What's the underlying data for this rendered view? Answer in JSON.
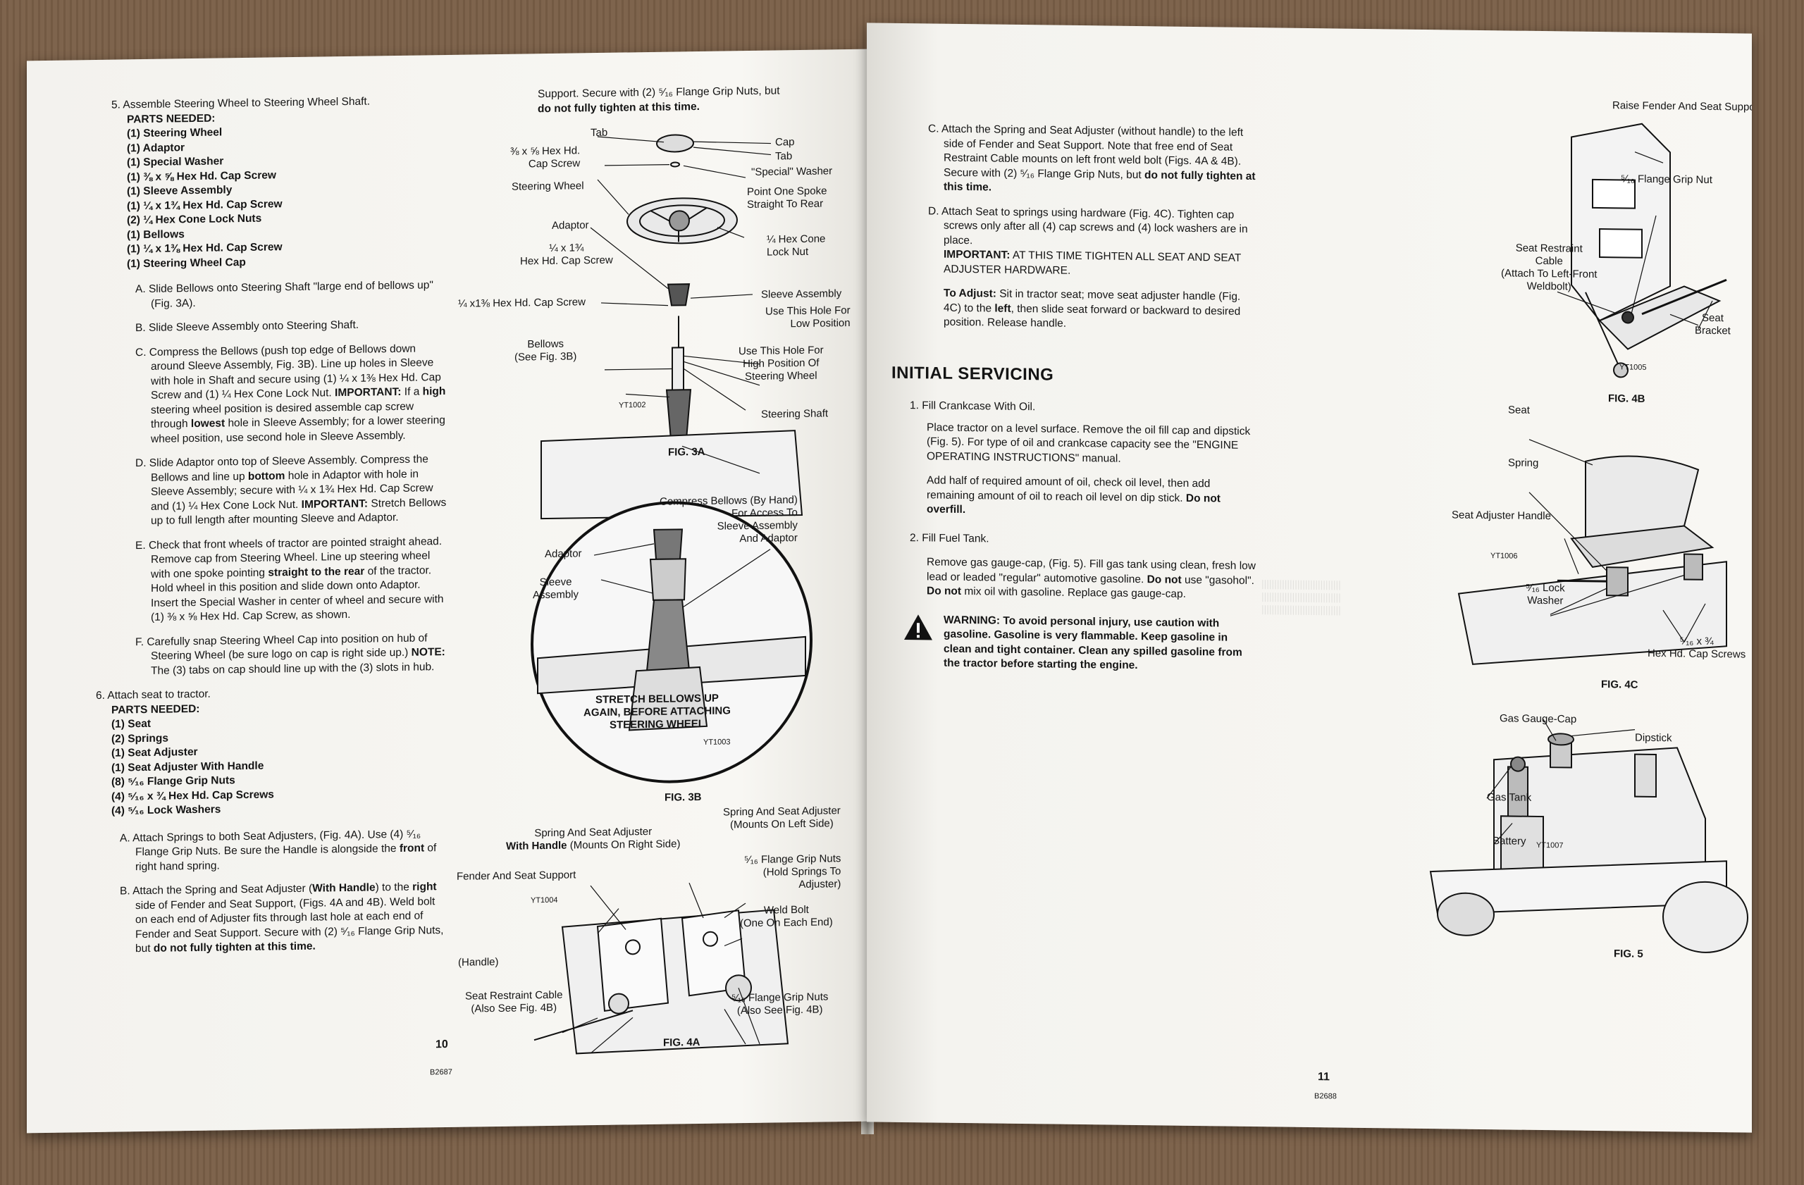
{
  "left_page": {
    "step5": {
      "title": "5. Assemble Steering Wheel to Steering Wheel Shaft.",
      "parts_header": "PARTS NEEDED:",
      "parts": [
        "(1) Steering Wheel",
        "(1) Adaptor",
        "(1) Special Washer",
        "(1) ⅜ x ⅝ Hex Hd. Cap Screw",
        "(1) Sleeve Assembly",
        "(1) ¼ x 1¾ Hex Hd. Cap Screw",
        "(2) ¼ Hex Cone Lock Nuts",
        "(1) Bellows",
        "(1) ¼ x 1⅜ Hex Hd. Cap Screw",
        "(1) Steering Wheel Cap"
      ],
      "sub_a": "A. Slide Bellows onto Steering Shaft \"large end of bellows up\" (Fig. 3A).",
      "sub_b": "B. Slide Sleeve Assembly onto Steering Shaft.",
      "sub_c_1": "C. Compress the Bellows (push top edge of Bellows down around Sleeve Assembly, Fig. 3B). Line up holes in Sleeve with hole in Shaft and secure using (1) ¼ x 1⅜ Hex Hd. Cap Screw and (1) ¼ Hex Cone Lock Nut.",
      "sub_c_important": "IMPORTANT:",
      "sub_c_2": "If a",
      "sub_c_high": "high",
      "sub_c_3": "steering wheel position is desired assemble cap screw through",
      "sub_c_lowest": "lowest",
      "sub_c_4": "hole in Sleeve Assembly; for a lower steering wheel position, use second hole in Sleeve Assembly.",
      "sub_d_1": "D. Slide Adaptor onto top of Sleeve Assembly. Compress the Bellows and line up",
      "sub_d_bottom": "bottom",
      "sub_d_2": "hole in Adaptor with hole in Sleeve Assembly; secure with ¼ x 1¾ Hex Hd. Cap Screw and (1) ¼ Hex Cone Lock Nut.",
      "sub_d_important": "IMPORTANT:",
      "sub_d_3": "Stretch Bellows up to full length after mounting Sleeve and Adaptor.",
      "sub_e_1": "E. Check that front wheels of tractor are pointed straight ahead. Remove cap from Steering Wheel. Line up steering wheel with one spoke pointing",
      "sub_e_bold": "straight to the rear",
      "sub_e_2": "of the tractor. Hold wheel in this position and slide down onto Adaptor. Insert the Special Washer in center of wheel and secure with (1) ⅜ x ⅝ Hex Hd. Cap Screw, as shown.",
      "sub_f_1": "F. Carefully snap Steering Wheel Cap into position on hub of Steering Wheel (be sure logo on cap is right side up.)",
      "sub_f_note": "NOTE:",
      "sub_f_2": "The (3) tabs on cap should line up with the (3) slots in hub."
    },
    "step6": {
      "title": "6. Attach seat to tractor.",
      "parts_header": "PARTS NEEDED:",
      "parts": [
        "(1) Seat",
        "(2) Springs",
        "(1) Seat Adjuster",
        "(1) Seat Adjuster With Handle",
        "(8) ⁵⁄₁₆ Flange Grip Nuts",
        "(4) ⁵⁄₁₆ x ¾ Hex Hd. Cap Screws",
        "(4) ⁵⁄₁₆ Lock Washers"
      ],
      "sub_a_1": "A. Attach Springs to both Seat Adjusters, (Fig. 4A). Use (4) ⁵⁄₁₆ Flange Grip Nuts. Be sure the Handle is alongside the",
      "sub_a_front": "front",
      "sub_a_2": "of right hand spring.",
      "sub_b_1": "B. Attach the Spring and Seat Adjuster (",
      "sub_b_with": "With Handle",
      "sub_b_2": ") to the",
      "sub_b_right": "right",
      "sub_b_3": "side of Fender and Seat Support, (Figs. 4A and 4B). Weld bolt on each end of Adjuster fits through last hole at each end of Fender and Seat Support. Secure with (2) ⁵⁄₁₆ Flange Grip Nuts, but",
      "sub_b_bold": "do not fully tighten at this time."
    },
    "mid_top_1": "Support. Secure with (2) ⁵⁄₁₆ Flange Grip Nuts, but",
    "mid_top_2": "do not fully tighten at this time.",
    "fig3a": {
      "label": "FIG. 3A",
      "code": "YT1002",
      "callouts": {
        "tab1": "Tab",
        "cap": "Cap",
        "tab2": "Tab",
        "hex_cap_screw": "⅜ x ⅝ Hex Hd.\nCap Screw",
        "special_washer": "\"Special\" Washer",
        "steering_wheel": "Steering Wheel",
        "point_spoke": "Point One Spoke\nStraight To Rear",
        "adaptor": "Adaptor",
        "hex_cone": "¼ Hex Cone\nLock Nut",
        "screw_134": "¼ x 1¾\nHex Hd. Cap Screw",
        "screw_138": "¼ x1⅜ Hex Hd. Cap Screw",
        "sleeve_assembly": "Sleeve Assembly",
        "low_position": "Use This Hole For\nLow Position",
        "bellows": "Bellows\n(See Fig. 3B)",
        "high_position": "Use This Hole For\nHigh Position Of\nSteering Wheel",
        "steering_shaft": "Steering Shaft"
      }
    },
    "fig3b": {
      "label": "FIG. 3B",
      "code": "YT1003",
      "compress": "Compress Bellows (By Hand)\nFor Access To\nSleeve Assembly\nAnd Adaptor",
      "adaptor": "Adaptor",
      "sleeve": "Sleeve\nAssembly",
      "stretch": "STRETCH BELLOWS UP\nAGAIN, BEFORE ATTACHING\nSTEERING WHEEL"
    },
    "fig4a": {
      "label": "FIG. 4A",
      "code": "YT1004",
      "spring_right_1": "Spring And Seat Adjuster",
      "spring_right_bold": "With Handle",
      "spring_right_2": "(Mounts On Right Side)",
      "spring_left": "Spring And Seat Adjuster\n(Mounts On Left Side)",
      "fender": "Fender And Seat Support",
      "flange_hold": "⁵⁄₁₆ Flange Grip Nuts\n(Hold Springs To\nAdjuster)",
      "weld_bolt": "Weld Bolt\n(One On Each End)",
      "handle": "(Handle)",
      "restraint": "Seat Restraint Cable\n(Also See Fig. 4B)",
      "flange_see": "⁵⁄₁₆ Flange Grip Nuts\n(Also See Fig. 4B)"
    },
    "page_number": "10",
    "doc_code": "B2687"
  },
  "right_page": {
    "sub_c_1": "C. Attach the Spring and Seat Adjuster (without handle) to the left side of Fender and Seat Support. Note that free end of Seat Restraint Cable mounts on left front weld bolt (Figs. 4A & 4B). Secure with (2) ⁵⁄₁₆ Flange Grip Nuts, but",
    "sub_c_bold": "do not fully tighten at this time.",
    "sub_d_1": "D. Attach Seat to springs using hardware (Fig. 4C). Tighten cap screws only after all (4) cap screws and (4) lock washers are in place.",
    "sub_d_important": "IMPORTANT:",
    "sub_d_2": "AT THIS TIME TIGHTEN ALL SEAT AND SEAT ADJUSTER HARDWARE.",
    "adjust_label": "To Adjust:",
    "adjust_1": "Sit in tractor seat; move seat adjuster handle (Fig. 4C) to the",
    "adjust_left": "left",
    "adjust_2": ", then slide seat forward or backward to desired position. Release handle.",
    "heading": "INITIAL SERVICING",
    "step1_title": "1. Fill Crankcase With Oil.",
    "step1_p1": "Place tractor on a level surface. Remove the oil fill cap and dipstick (Fig. 5). For type of oil and crankcase capacity see the \"ENGINE OPERATING INSTRUCTIONS\" manual.",
    "step1_p2_1": "Add half of required amount of oil, check oil level, then add remaining amount of oil to reach oil level on dip stick.",
    "step1_p2_bold": "Do not overfill.",
    "step2_title": "2. Fill Fuel Tank.",
    "step2_p_1": "Remove gas gauge-cap, (Fig. 5). Fill gas tank using clean, fresh low lead or leaded \"regular\" automotive gasoline.",
    "step2_p_b1": "Do not",
    "step2_p_2": "use \"gasohol\".",
    "step2_p_b2": "Do not",
    "step2_p_3": "mix oil with gasoline. Replace gas gauge-cap.",
    "warning": "WARNING: To avoid personal injury, use caution with gasoline. Gasoline is very flammable. Keep gasoline in clean and tight container. Clean any spilled gasoline from the tractor before starting the engine.",
    "fig4b": {
      "label": "FIG. 4B",
      "code": "YT1005",
      "raise": "Raise Fender And Seat Support",
      "flange": "⁵⁄₁₆ Flange Grip Nut",
      "restraint": "Seat Restraint\nCable\n(Attach To Left-Front\nWeldbolt)",
      "bracket": "Seat\nBracket"
    },
    "fig4c": {
      "label": "FIG. 4C",
      "code": "YT1006",
      "seat": "Seat",
      "spring": "Spring",
      "handle": "Seat Adjuster Handle",
      "lock": "⁵⁄₁₆ Lock\nWasher",
      "screws": "⁵⁄₁₆ x ¾\nHex Hd. Cap Screws"
    },
    "fig5": {
      "label": "FIG. 5",
      "code": "YT1007",
      "gas_cap": "Gas Gauge-Cap",
      "dipstick": "Dipstick",
      "gas_tank": "Gas Tank",
      "battery": "Battery"
    },
    "page_number": "11",
    "doc_code": "B2688"
  }
}
